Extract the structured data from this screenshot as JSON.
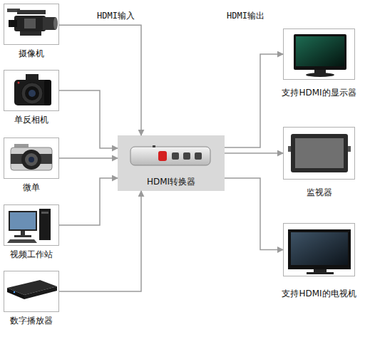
{
  "diagram": {
    "nodes": [
      {
        "text": [
          "摄像机"
        ]
      },
      {
        "text": [
          "单反相机"
        ]
      },
      {
        "text": [
          "微单"
        ]
      },
      {
        "text": [
          "视频工作站"
        ]
      },
      {
        "text": [
          "数字播放器"
        ]
      },
      {
        "text": [
          "HDMI转换器"
        ]
      },
      {
        "text": [
          "支持HDMI的显示器"
        ]
      },
      {
        "text": [
          "监视器"
        ]
      },
      {
        "text": [
          "支持HDMI的电视机"
        ]
      }
    ],
    "edges": [
      {
        "from": 0,
        "to": 5,
        "arrow": "to"
      },
      {
        "from": 1,
        "to": 5,
        "arrow": "to"
      },
      {
        "from": 2,
        "to": 5,
        "arrow": "to"
      },
      {
        "from": 3,
        "to": 5,
        "arrow": "to"
      },
      {
        "from": 4,
        "to": 5,
        "arrow": "to"
      },
      {
        "from": 5,
        "to": 6,
        "arrow": "to"
      },
      {
        "from": 5,
        "to": 7,
        "arrow": "to"
      },
      {
        "from": 5,
        "to": 8,
        "arrow": "to"
      }
    ],
    "labels": [
      "HDMI输入",
      "HDMI输出"
    ]
  }
}
